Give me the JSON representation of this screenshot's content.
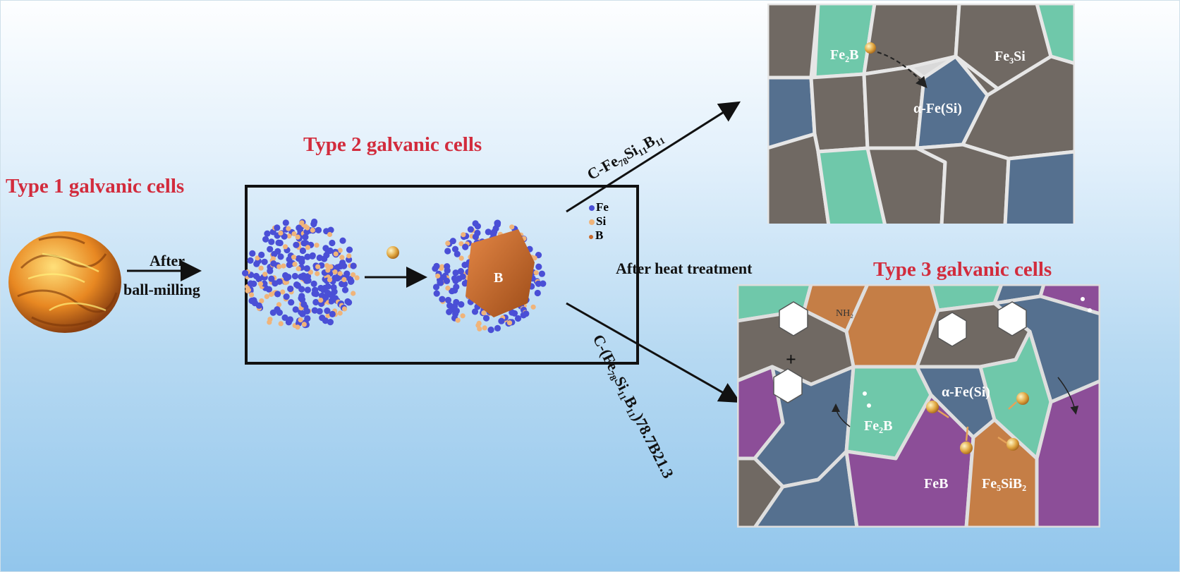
{
  "labels": {
    "type1": "Type 1 galvanic cells",
    "type2": "Type 2 galvanic cells",
    "type3": "Type 3 galvanic cells",
    "after": "After",
    "ball_milling": "ball-milling",
    "heat": "After heat treatment",
    "legend_fe": "Fe",
    "legend_si": "Si",
    "legend_b": "B",
    "boride": "B",
    "route_top": "C-Fe₇₈Si₁₁B₁₁",
    "route_bottom": "C-(Fe₇₈Si₁₁B₁₁)78.7B21.3"
  },
  "top_panel": {
    "fe2b": "Fe₂B",
    "fe3si": "Fe₃Si",
    "alpha_fe": "α-Fe(Si)"
  },
  "bottom_panel": {
    "alpha_fe": "α-Fe(Si)",
    "fe2b": "Fe₂B",
    "feb": "FeB",
    "fe5sib2": "Fe₅SiB₂",
    "plus": "+",
    "nh2": "NH₂"
  },
  "colors": {
    "title_red": "#d22c3d",
    "fe_atom": "#4a4fd6",
    "si_atom": "#f0b47a",
    "b_grain": "#c8692a",
    "grain_gray": "#706963",
    "grain_teal": "#6fc8aa",
    "grain_blue": "#55708f",
    "grain_orange": "#c57e46",
    "grain_purple": "#8c4e98"
  }
}
